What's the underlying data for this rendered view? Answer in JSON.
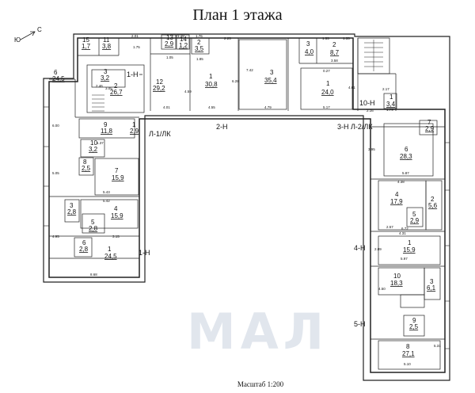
{
  "title": "План 1 этажа",
  "scale": "Масштаб 1:200",
  "watermark": "МАЛ",
  "compass": {
    "north": "С",
    "south": "Ю"
  },
  "rooms": [
    {
      "no": "15",
      "area": "1,7"
    },
    {
      "no": "11",
      "area": "3,8"
    },
    {
      "no": "13",
      "area": "2,9"
    },
    {
      "no": "14",
      "area": "1,2"
    },
    {
      "no": "2",
      "area": "3,5"
    },
    {
      "no": "12",
      "area": "29,2"
    },
    {
      "no": "1",
      "area": "30,8"
    },
    {
      "no": "3",
      "area": "35,4"
    },
    {
      "no": "3",
      "area": "4,0"
    },
    {
      "no": "2",
      "area": "8,7"
    },
    {
      "no": "1",
      "area": "24,0"
    },
    {
      "no": "1",
      "area": "3,4"
    },
    {
      "no": "6",
      "area": "24,5"
    },
    {
      "no": "3",
      "area": "3,2"
    },
    {
      "no": "2",
      "area": "26,7"
    },
    {
      "no": "9",
      "area": "11,8"
    },
    {
      "no": "1",
      "area": "2,9"
    },
    {
      "no": "10",
      "area": "3,2"
    },
    {
      "no": "8",
      "area": "2,5"
    },
    {
      "no": "7",
      "area": "15,9"
    },
    {
      "no": "3",
      "area": "2,8"
    },
    {
      "no": "4",
      "area": "15,9"
    },
    {
      "no": "5",
      "area": "2,8"
    },
    {
      "no": "6",
      "area": "2,8"
    },
    {
      "no": "1",
      "area": "24,5"
    },
    {
      "no": "6",
      "area": "28,3"
    },
    {
      "no": "7",
      "area": "2,9"
    },
    {
      "no": "4",
      "area": "17,9"
    },
    {
      "no": "2",
      "area": "5,6"
    },
    {
      "no": "5",
      "area": "2,9"
    },
    {
      "no": "1",
      "area": "15,9"
    },
    {
      "no": "10",
      "area": "18,3"
    },
    {
      "no": "3",
      "area": "6,1"
    },
    {
      "no": "9",
      "area": "2,5"
    },
    {
      "no": "8",
      "area": "27,1"
    }
  ],
  "labels": [
    "1-H",
    "Л-1/ЛК",
    "1-H",
    "2-H",
    "3-H",
    "Л-2/ЛК",
    "10-H",
    "4-H",
    "5-H"
  ],
  "dims": [
    "2.01",
    "1.05",
    "1.76",
    "1.78",
    "2.25",
    "1.55",
    "1.35",
    "1.75",
    "4.01",
    "4.55",
    "4.79",
    "5.17",
    "3.05",
    "2.46",
    "6.28",
    "7.42",
    "4.61",
    "4.59",
    "5.87",
    "4.38",
    "3.95",
    "5.43",
    "5.42",
    "5.05",
    "3.15",
    "4.31",
    "5.97",
    "4.50",
    "5.10",
    "5.31",
    "8.68",
    "6.00",
    "4.95",
    "2.16",
    "2.17",
    "1.79",
    "2.57",
    "6.72",
    "1.85",
    "3.58",
    "0.27",
    "1.37",
    "2.09"
  ]
}
